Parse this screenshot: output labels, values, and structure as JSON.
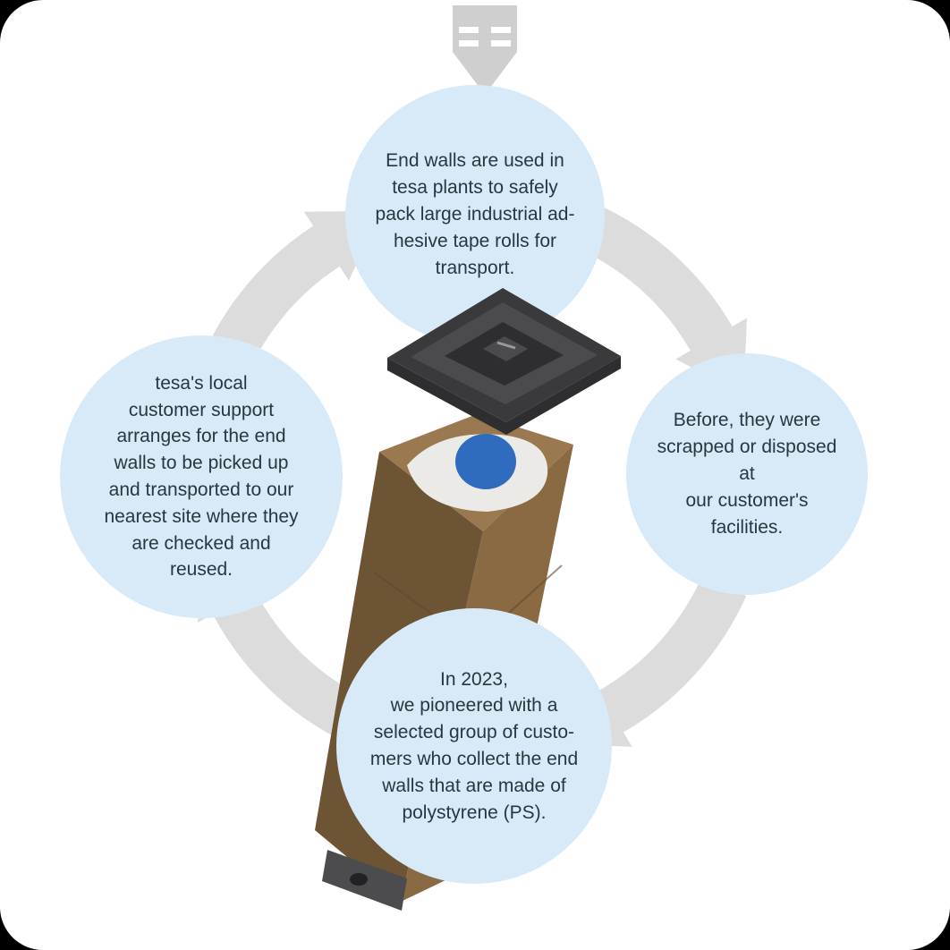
{
  "circles": {
    "top": {
      "text": "End walls are used in\ntesa plants to safely\npack large industrial ad-\nhesive tape rolls for\ntransport."
    },
    "right": {
      "text": "Before, they were\nscrapped or disposed at\nour customer's facilities."
    },
    "bottom": {
      "text": "In 2023,\nwe pioneered with a\nselected group of custo-\nmers who collect the end\nwalls that are made of\npolystyrene (PS)."
    },
    "left": {
      "text": "tesa's local\ncustomer support\narranges for the end\nwalls to be picked up\nand transported to our\nnearest site where they\nare checked and\nreused."
    }
  },
  "colors": {
    "circle_fill": "#d8eaf8",
    "text": "#2a363d",
    "arrow": "#dcdcdc",
    "pointer": "#cfcfcf",
    "box_light": "#8a6a43",
    "box_dark": "#6d5435",
    "box_rim": "#9a7950",
    "foam": "#eceae6",
    "core_blue": "#2f6cbd",
    "lid": "#3a3a3d"
  },
  "illustration": {
    "icons": [
      "cycle-arrow-icon",
      "down-pointer-icon",
      "cardboard-box-illustration",
      "top-end-wall-illustration",
      "polystyrene-end-wall-illustration",
      "tape-roll-core-illustration",
      "bottom-end-wall-illustration"
    ]
  }
}
